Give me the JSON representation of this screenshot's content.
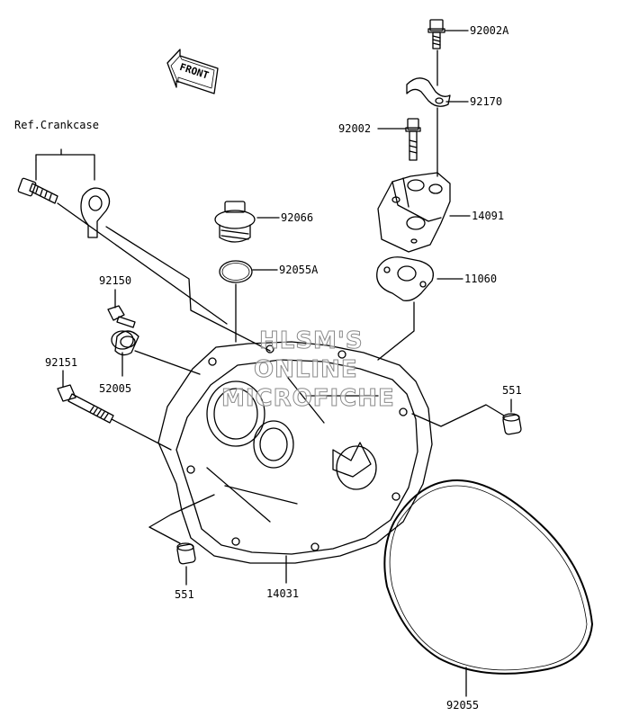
{
  "front_label": "FRONT",
  "ref_label": "Ref.Crankcase",
  "parts": {
    "p92002A": "92002A",
    "p92170": "92170",
    "p92002": "92002",
    "p14091": "14091",
    "p92066": "92066",
    "p92055A": "92055A",
    "p11060": "11060",
    "p92150": "92150",
    "p92151": "92151",
    "p52005": "52005",
    "p551_right": "551",
    "p551_left": "551",
    "p14031": "14031",
    "p92055": "92055"
  },
  "watermark": {
    "line1": "HLSM'S",
    "line2": "ONLINE",
    "line3": "MICROFICHE"
  }
}
